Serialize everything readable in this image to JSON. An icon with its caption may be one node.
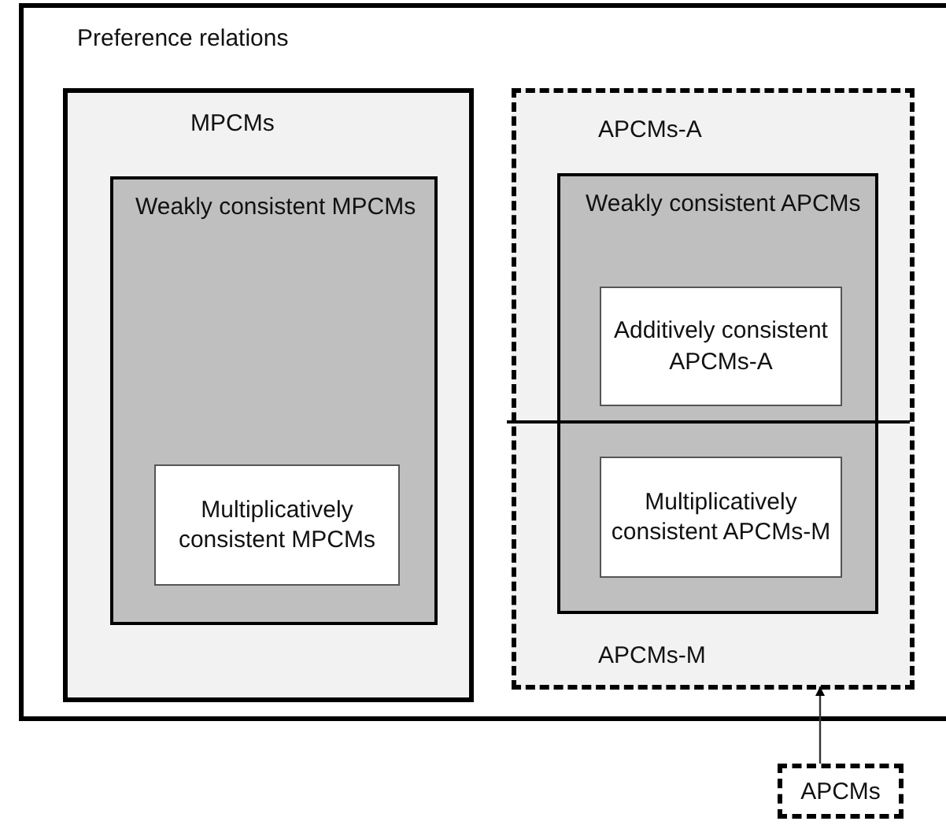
{
  "diagram": {
    "nodes": [
      {
        "text": [
          "Preference relations"
        ]
      },
      {
        "text": [
          "MPCMs"
        ],
        "in": 0
      },
      {
        "text": [
          "Weakly consistent MPCMs"
        ],
        "in": 1
      },
      {
        "text": [
          "Multiplicatively consistent MPCMs"
        ],
        "in": 2
      },
      {
        "text": [
          "APCMs-A",
          "APCMs-M"
        ],
        "in": 0
      },
      {
        "text": [
          "Weakly consistent APCMs"
        ],
        "in": 4
      },
      {
        "text": [
          "Additively consistent APCMs-A"
        ],
        "in": 5
      },
      {
        "text": [
          "Multiplicatively consistent APCMs-M"
        ],
        "in": 5
      },
      {
        "text": [
          "APCMs"
        ]
      }
    ],
    "edges": [
      {
        "from": 8,
        "to": 4,
        "arrow": "to"
      }
    ]
  }
}
